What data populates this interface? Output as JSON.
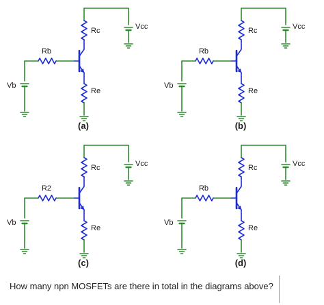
{
  "colors": {
    "wire": "#2e8b2e",
    "component": "#1a2bd6",
    "text": "#1a1a1a"
  },
  "circuits": [
    {
      "caption": "(a)",
      "labels": {
        "rb": "Rb",
        "rc": "Rc",
        "re": "Re",
        "vb": "Vb",
        "vcc": "Vcc"
      }
    },
    {
      "caption": "(b)",
      "labels": {
        "rb": "Rb",
        "rc": "Rc",
        "re": "Re",
        "vb": "Vb",
        "vcc": "Vcc"
      }
    },
    {
      "caption": "(c)",
      "labels": {
        "rb": "R2",
        "rc": "Rc",
        "re": "Re",
        "vb": "Vb",
        "vcc": "Vcc"
      }
    },
    {
      "caption": "(d)",
      "labels": {
        "rb": "Rb",
        "rc": "Rc",
        "re": "Re",
        "vb": "Vb",
        "vcc": "Vcc"
      }
    }
  ],
  "question": "How many npn MOSFETs are there in total in the diagrams above?"
}
